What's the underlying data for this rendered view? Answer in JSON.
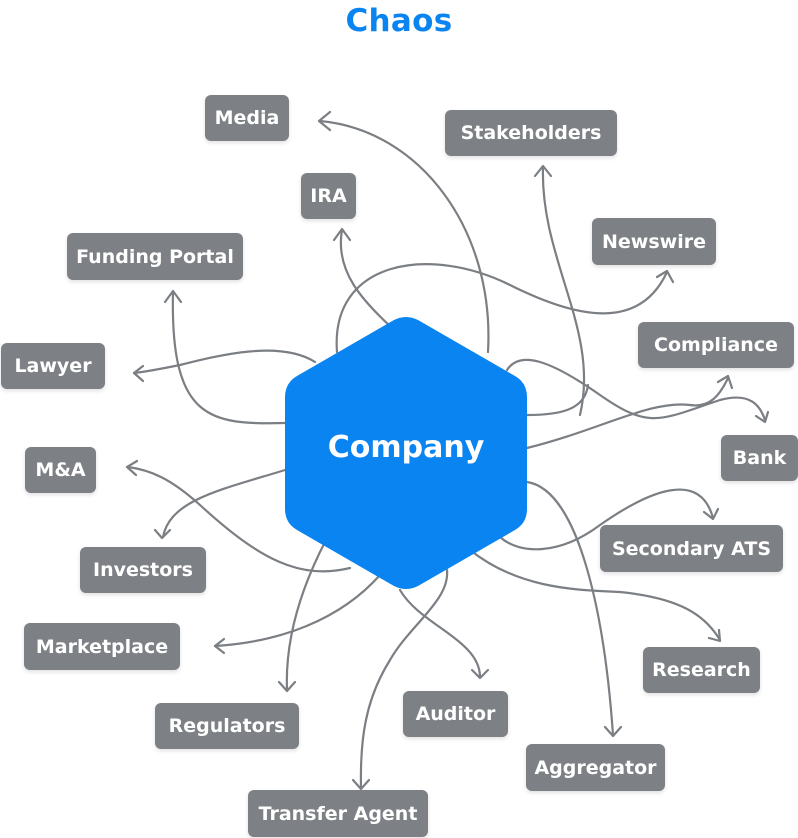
{
  "title": "Chaos",
  "center": {
    "label": "Company",
    "color": "#0a84f0"
  },
  "colors": {
    "node_bg": "#7d8185",
    "edge": "#7b7f84",
    "title": "#0a84f0"
  },
  "nodes": [
    {
      "id": "media",
      "label": "Media"
    },
    {
      "id": "stakeholders",
      "label": "Stakeholders"
    },
    {
      "id": "ira",
      "label": "IRA"
    },
    {
      "id": "newswire",
      "label": "Newswire"
    },
    {
      "id": "funding-portal",
      "label": "Funding Portal"
    },
    {
      "id": "compliance",
      "label": "Compliance"
    },
    {
      "id": "lawyer",
      "label": "Lawyer"
    },
    {
      "id": "bank",
      "label": "Bank"
    },
    {
      "id": "m-and-a",
      "label": "M&A"
    },
    {
      "id": "secondary-ats",
      "label": "Secondary ATS"
    },
    {
      "id": "investors",
      "label": "Investors"
    },
    {
      "id": "marketplace",
      "label": "Marketplace"
    },
    {
      "id": "research",
      "label": "Research"
    },
    {
      "id": "regulators",
      "label": "Regulators"
    },
    {
      "id": "auditor",
      "label": "Auditor"
    },
    {
      "id": "aggregator",
      "label": "Aggregator"
    },
    {
      "id": "transfer-agent",
      "label": "Transfer Agent"
    }
  ],
  "edges": [
    {
      "from": "Company",
      "to": "Media"
    },
    {
      "from": "Company",
      "to": "Stakeholders"
    },
    {
      "from": "Company",
      "to": "IRA"
    },
    {
      "from": "Company",
      "to": "Newswire"
    },
    {
      "from": "Company",
      "to": "Funding Portal"
    },
    {
      "from": "Company",
      "to": "Compliance"
    },
    {
      "from": "Company",
      "to": "Lawyer"
    },
    {
      "from": "Company",
      "to": "Bank"
    },
    {
      "from": "Company",
      "to": "M&A"
    },
    {
      "from": "Company",
      "to": "Secondary ATS"
    },
    {
      "from": "Company",
      "to": "Investors"
    },
    {
      "from": "Company",
      "to": "Marketplace"
    },
    {
      "from": "Company",
      "to": "Research"
    },
    {
      "from": "Company",
      "to": "Regulators"
    },
    {
      "from": "Company",
      "to": "Auditor"
    },
    {
      "from": "Company",
      "to": "Aggregator"
    },
    {
      "from": "Company",
      "to": "Transfer Agent"
    }
  ]
}
